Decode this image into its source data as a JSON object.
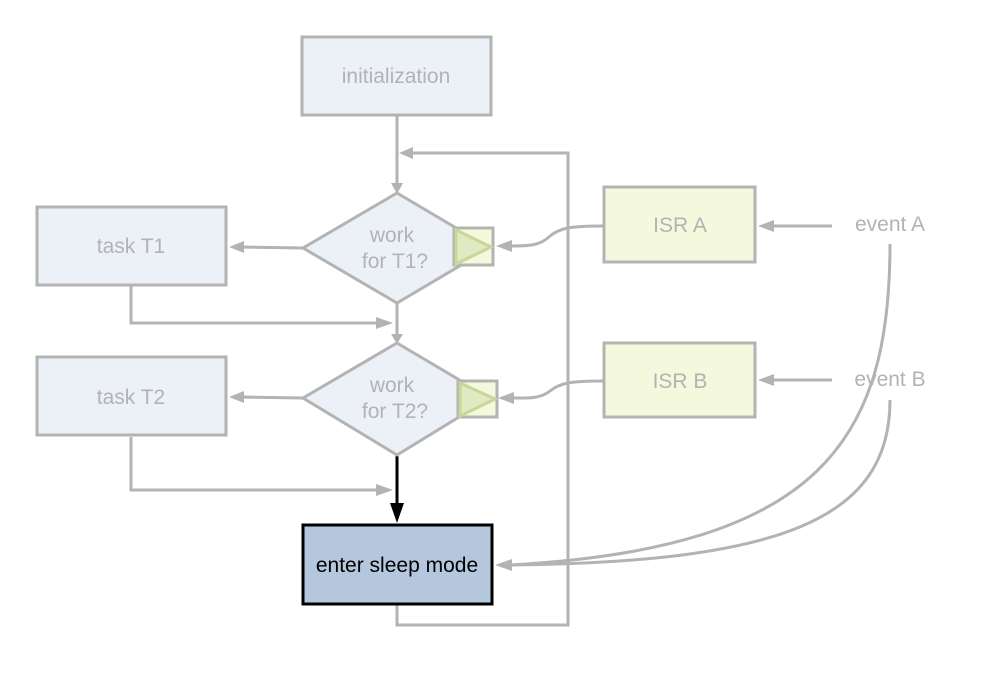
{
  "diagram": {
    "type": "flowchart",
    "colors": {
      "node_fill": "#ecf0f7",
      "node_stroke": "#b3b3b3",
      "isr_fill": "#f4f8dc",
      "port_fill": "#e0e9c2",
      "port_stroke": "#c9d69a",
      "active_fill": "#b4c7dc",
      "active_stroke": "#000000",
      "muted_text": "#b3b3b3"
    },
    "nodes": {
      "init": {
        "label": "initialization"
      },
      "task_t1": {
        "label": "task T1"
      },
      "work_t1": {
        "line1": "work",
        "line2": "for T1?"
      },
      "task_t2": {
        "label": "task T2"
      },
      "work_t2": {
        "line1": "work",
        "line2": "for T2?"
      },
      "sleep": {
        "label": "enter sleep mode"
      },
      "isr_a": {
        "label": "ISR A"
      },
      "isr_b": {
        "label": "ISR B"
      },
      "event_a": {
        "label": "event A"
      },
      "event_b": {
        "label": "event B"
      }
    },
    "edges": [
      {
        "from": "initialization",
        "to": "work for T1?"
      },
      {
        "from": "work for T1?",
        "to": "task T1"
      },
      {
        "from": "task T1",
        "to": "work for T2?"
      },
      {
        "from": "work for T1?",
        "to": "work for T2?"
      },
      {
        "from": "work for T2?",
        "to": "task T2"
      },
      {
        "from": "task T2",
        "to": "enter sleep mode"
      },
      {
        "from": "work for T2?",
        "to": "enter sleep mode",
        "highlighted": true
      },
      {
        "from": "enter sleep mode",
        "to": "work for T1?",
        "loop": true
      },
      {
        "from": "event A",
        "to": "ISR A"
      },
      {
        "from": "ISR A",
        "to": "work for T1?"
      },
      {
        "from": "event B",
        "to": "ISR B"
      },
      {
        "from": "ISR B",
        "to": "work for T2?"
      },
      {
        "from": "event A",
        "to": "enter sleep mode"
      },
      {
        "from": "event B",
        "to": "enter sleep mode"
      }
    ]
  }
}
